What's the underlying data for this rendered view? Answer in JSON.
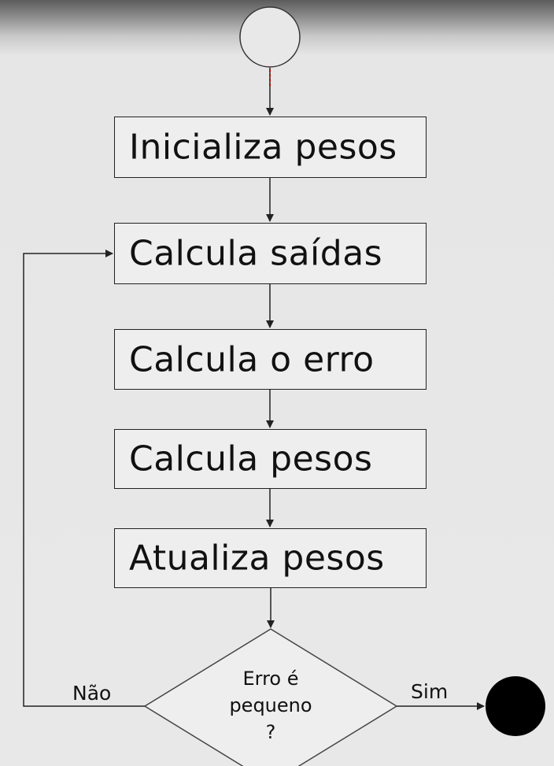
{
  "steps": {
    "init_weights": "Inicializa pesos",
    "compute_outputs": "Calcula saídas",
    "compute_error": "Calcula o erro",
    "compute_weights": "Calcula pesos",
    "update_weights": "Atualiza pesos"
  },
  "decision": {
    "line1": "Erro é",
    "line2": "pequeno",
    "line3": "?"
  },
  "branches": {
    "no": "Não",
    "yes": "Sim"
  },
  "colors": {
    "start_node_fill": "#e8e8e8",
    "end_node_fill": "#000000",
    "start_connector_accent": "#cc0000"
  }
}
